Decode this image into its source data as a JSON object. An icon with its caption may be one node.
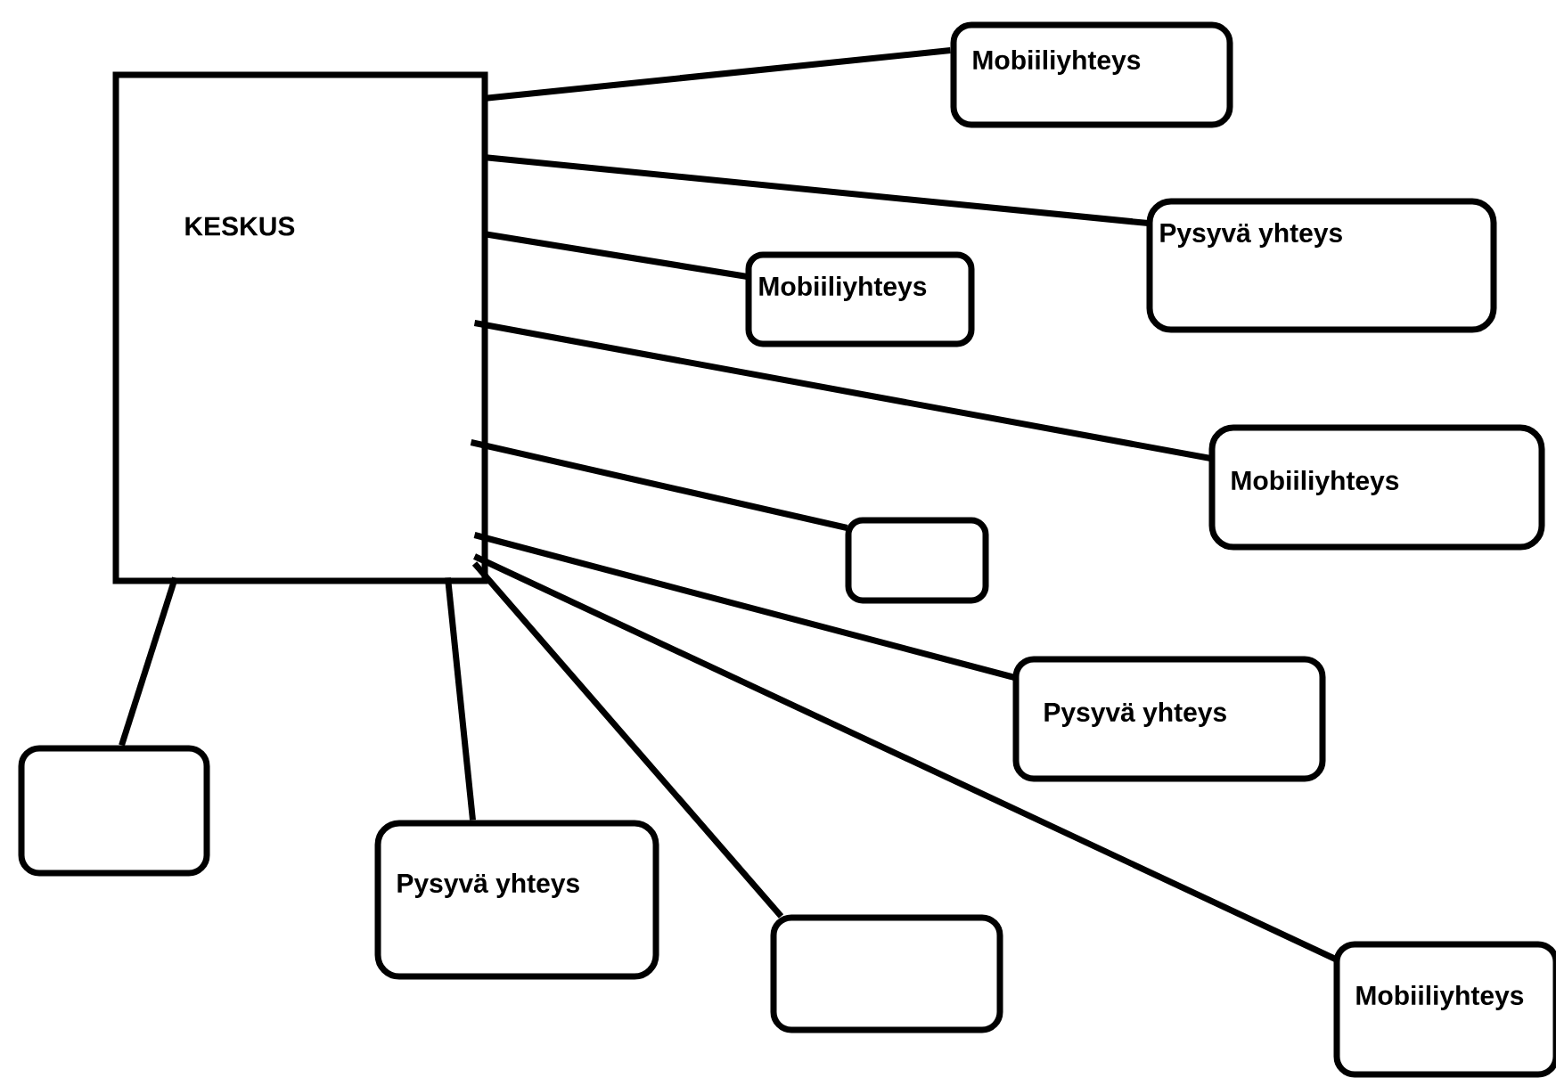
{
  "diagram": {
    "nodes": [
      {
        "text": [
          "KESKUS"
        ]
      },
      {
        "text": [
          "Mobiiliyhteys"
        ]
      },
      {
        "text": [
          "Pysyvä yhteys"
        ]
      },
      {
        "text": [
          "Mobiiliyhteys"
        ]
      },
      {
        "text": [
          "Mobiiliyhteys"
        ]
      },
      {
        "text": [],
        "shape": "box"
      },
      {
        "text": [
          "Pysyvä yhteys"
        ]
      },
      {
        "text": [],
        "shape": "box"
      },
      {
        "text": [
          "Pysyvä yhteys"
        ]
      },
      {
        "text": [],
        "shape": "box"
      },
      {
        "text": [
          "Mobiiliyhteys"
        ]
      }
    ],
    "edges": [
      {
        "from": 0,
        "to": 1,
        "arrow": "none"
      },
      {
        "from": 0,
        "to": 2,
        "arrow": "none"
      },
      {
        "from": 0,
        "to": 3,
        "arrow": "none"
      },
      {
        "from": 0,
        "to": 4,
        "arrow": "none"
      },
      {
        "from": 0,
        "to": 5,
        "arrow": "none"
      },
      {
        "from": 0,
        "to": 6,
        "arrow": "none"
      },
      {
        "from": 0,
        "to": 7,
        "arrow": "none"
      },
      {
        "from": 0,
        "to": 8,
        "arrow": "none"
      },
      {
        "from": 0,
        "to": 9,
        "arrow": "none"
      },
      {
        "from": 0,
        "to": 10,
        "arrow": "none"
      }
    ]
  }
}
